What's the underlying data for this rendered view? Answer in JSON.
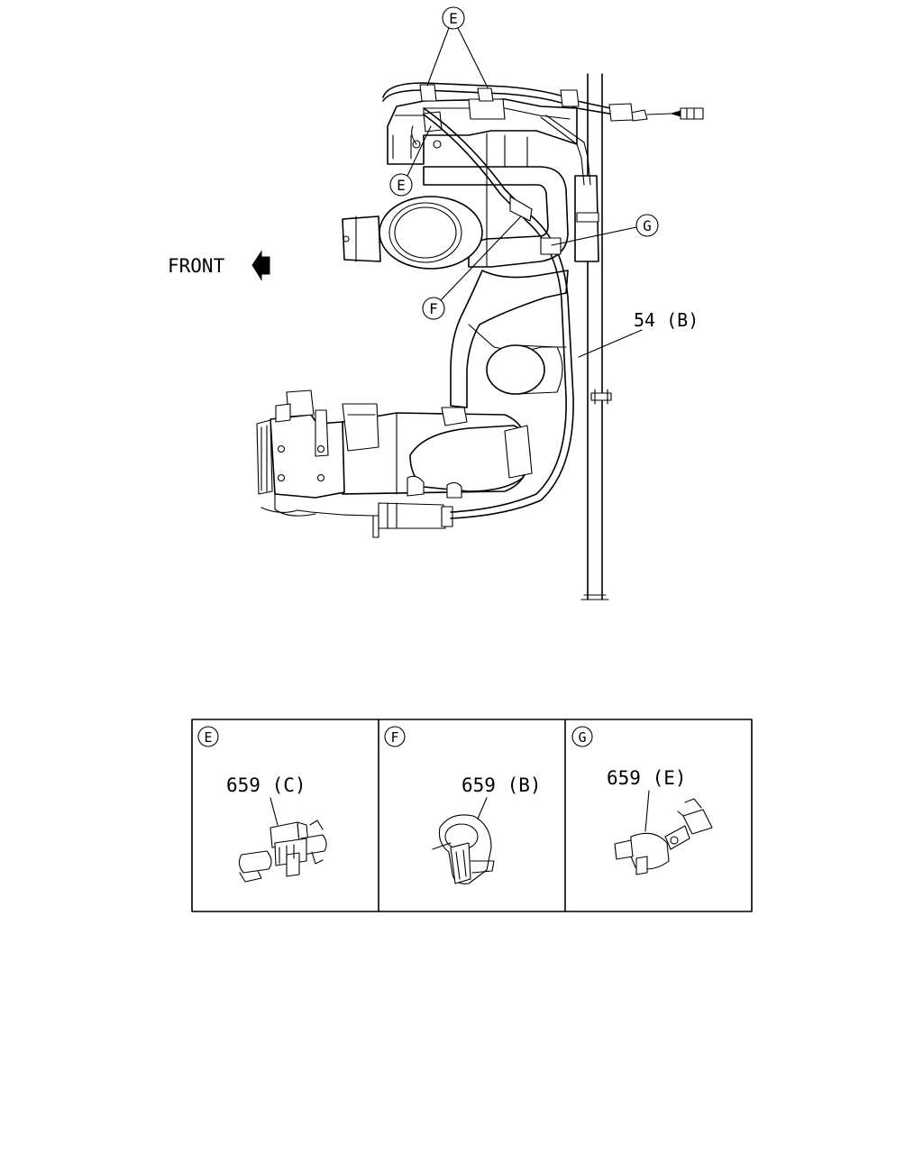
{
  "diagram": {
    "direction_label": "FRONT",
    "callouts": {
      "e_top": "E",
      "e_left": "E",
      "f": "F",
      "g": "G"
    },
    "part_label_hose": "54 (B)"
  },
  "details": [
    {
      "letter": "E",
      "part_label": "659 (C)"
    },
    {
      "letter": "F",
      "part_label": "659 (B)"
    },
    {
      "letter": "G",
      "part_label": "659 (E)"
    }
  ]
}
